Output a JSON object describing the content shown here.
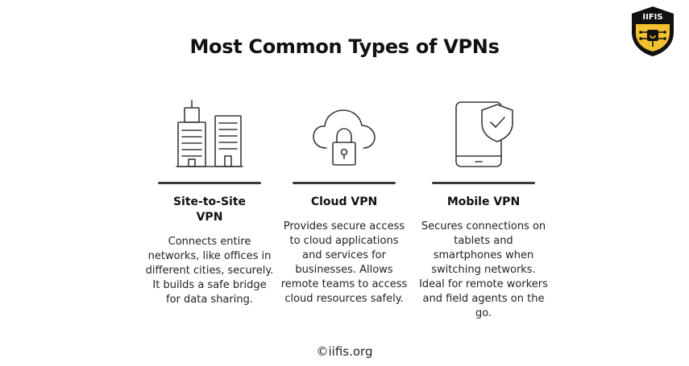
{
  "page": {
    "title": "Most Common Types of VPNs",
    "footer": "©iifis.org"
  },
  "logo": {
    "text": "IIFIS",
    "colors": {
      "shield": "#111111",
      "accent": "#f2c230"
    }
  },
  "cards": [
    {
      "icon": "buildings-icon",
      "title": "Site-to-Site VPN",
      "body": "Connects entire networks, like offices in different cities, securely. It builds a safe bridge for data sharing."
    },
    {
      "icon": "cloud-lock-icon",
      "title": "Cloud VPN",
      "body": "Provides secure access to cloud applications and services for businesses. Allows remote teams to access cloud resources safely."
    },
    {
      "icon": "phone-shield-icon",
      "title": "Mobile VPN",
      "body": "Secures connections on tablets and smartphones when switching networks. Ideal for remote workers and field agents on the go."
    }
  ]
}
